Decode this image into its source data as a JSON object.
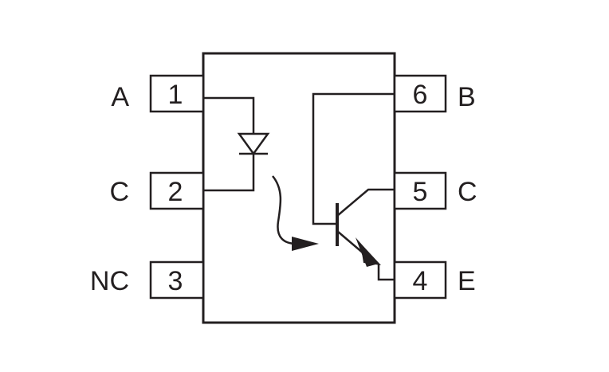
{
  "pins": {
    "p1": {
      "number": "1",
      "name": "A"
    },
    "p2": {
      "number": "2",
      "name": "C"
    },
    "p3": {
      "number": "3",
      "name": "NC"
    },
    "p4": {
      "number": "4",
      "name": "E"
    },
    "p5": {
      "number": "5",
      "name": "C"
    },
    "p6": {
      "number": "6",
      "name": "B"
    }
  },
  "colors": {
    "ink": "#231f20",
    "background": "#ffffff"
  },
  "components": [
    "led-diode",
    "light-arrow",
    "npn-phototransistor"
  ]
}
